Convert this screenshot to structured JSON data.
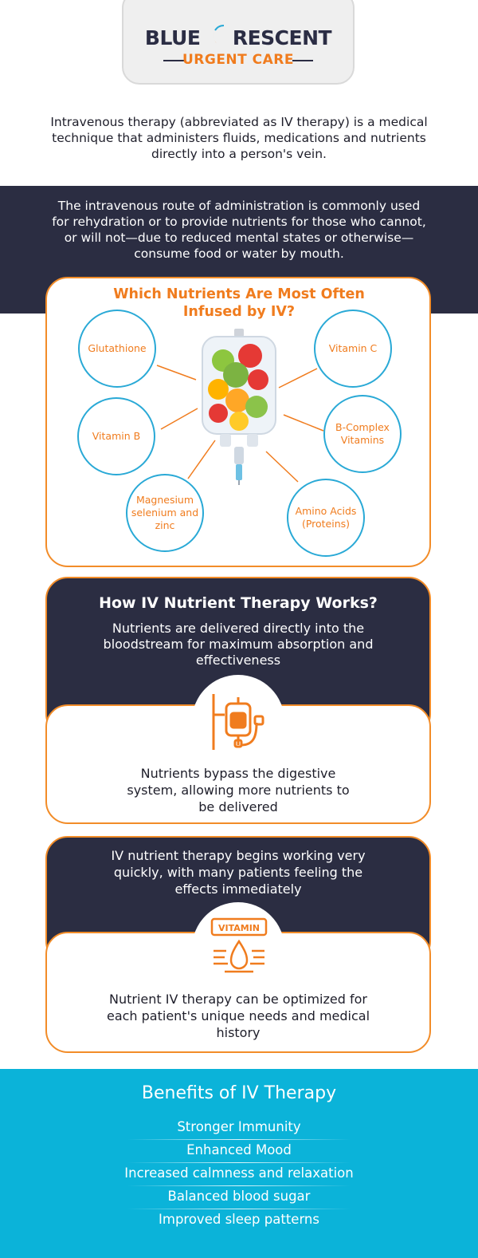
{
  "logo": {
    "brand_left": "BLUE",
    "brand_right": "RESCENT",
    "subtitle": "URGENT CARE"
  },
  "intro": "Intravenous therapy (abbreviated as IV therapy) is a medical technique that administers fluids, medications and nutrients directly into a person's vein.",
  "route_text": "The intravenous route of administration is commonly used for rehydration or to provide nutrients for those who cannot, or will not—due to reduced mental states or otherwise—consume food or water by mouth.",
  "nutrients": {
    "title": "Which Nutrients Are Most Often Infused by IV?",
    "items": [
      "Glutathione",
      "Vitamin C",
      "Vitamin B",
      "B-Complex Vitamins",
      "Magnesium selenium and zinc",
      "Amino Acids (Proteins)"
    ]
  },
  "how_it_works": {
    "title": "How IV Nutrient Therapy Works?",
    "point1": "Nutrients are delivered directly into the bloodstream for maximum absorption and effectiveness",
    "point2": "Nutrients bypass the digestive system, allowing more nutrients to be delivered",
    "point3": "IV nutrient therapy begins working very quickly, with many patients feeling the effects immediately",
    "point4": "Nutrient IV therapy can be optimized for each patient's unique needs and medical history",
    "vitamin_label": "VITAMIN"
  },
  "benefits": {
    "title": "Benefits of IV Therapy",
    "items": [
      "Stronger Immunity",
      "Enhanced Mood",
      "Increased calmness and relaxation",
      "Balanced blood sugar",
      "Improved sleep patterns"
    ]
  },
  "colors": {
    "navy": "#2b2d42",
    "orange": "#f07c1e",
    "cyan": "#0bb3d9",
    "circle_border": "#29a9d6"
  },
  "icons": [
    "crescent-moon-icon",
    "iv-bag-fruit-icon",
    "iv-stand-icon",
    "vitamin-drop-icon"
  ]
}
